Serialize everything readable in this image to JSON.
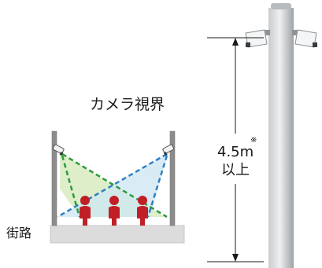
{
  "labels": {
    "camera_view": "カメラ視界",
    "street": "街路",
    "height_value": "4.5m",
    "height_note_mark": "※",
    "height_qualifier": "以上"
  },
  "colors": {
    "green_field": "#d9ecc2",
    "blue_field": "#cfe8f3",
    "green_line": "#2e9a3e",
    "blue_line": "#2f7fc2",
    "person_red": "#c01f26",
    "ground_gray": "#dedede",
    "pole_gray": "#a8adb0",
    "post_gray": "#8c8c8c"
  },
  "icons": [
    "security-camera-icon",
    "person-icon",
    "dimension-arrow-icon"
  ]
}
